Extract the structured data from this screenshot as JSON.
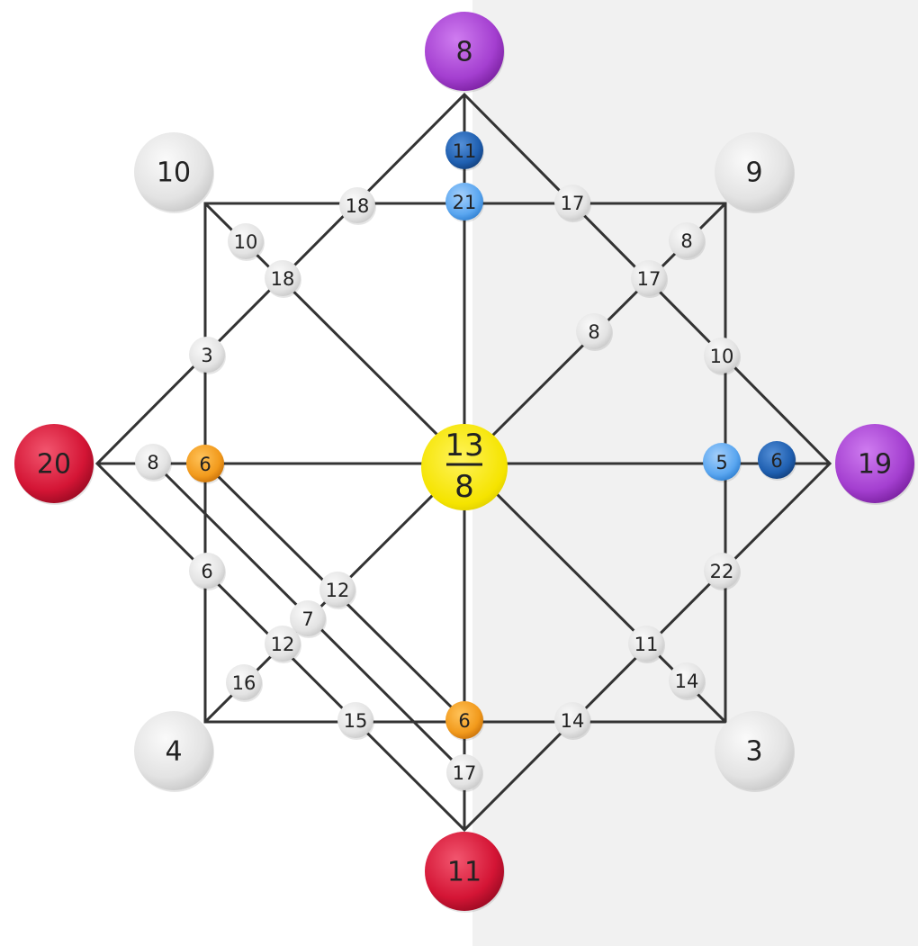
{
  "center": {
    "numerator": "13",
    "denominator": "8",
    "color": "#f5e400"
  },
  "outer_nodes": [
    {
      "id": "top",
      "value": "8",
      "kind": "purple"
    },
    {
      "id": "top-left",
      "value": "10",
      "kind": "gray"
    },
    {
      "id": "top-right",
      "value": "9",
      "kind": "gray"
    },
    {
      "id": "left",
      "value": "20",
      "kind": "red"
    },
    {
      "id": "right",
      "value": "19",
      "kind": "purple"
    },
    {
      "id": "bottom-left",
      "value": "4",
      "kind": "gray"
    },
    {
      "id": "bottom-right",
      "value": "3",
      "kind": "gray"
    },
    {
      "id": "bottom",
      "value": "11",
      "kind": "red"
    }
  ],
  "inner_nodes": [
    {
      "id": "n1",
      "value": "11",
      "kind": "darkblue"
    },
    {
      "id": "n2",
      "value": "21",
      "kind": "lightblue"
    },
    {
      "id": "n3",
      "value": "18",
      "kind": "gray"
    },
    {
      "id": "n4",
      "value": "17",
      "kind": "gray"
    },
    {
      "id": "n5",
      "value": "10",
      "kind": "gray"
    },
    {
      "id": "n6",
      "value": "18",
      "kind": "gray"
    },
    {
      "id": "n7",
      "value": "8",
      "kind": "gray"
    },
    {
      "id": "n8",
      "value": "17",
      "kind": "gray"
    },
    {
      "id": "n9",
      "value": "8",
      "kind": "gray"
    },
    {
      "id": "n10",
      "value": "3",
      "kind": "gray"
    },
    {
      "id": "n11",
      "value": "10",
      "kind": "gray"
    },
    {
      "id": "n12",
      "value": "8",
      "kind": "gray"
    },
    {
      "id": "n13",
      "value": "6",
      "kind": "orange"
    },
    {
      "id": "n14",
      "value": "5",
      "kind": "lightblue"
    },
    {
      "id": "n15",
      "value": "6",
      "kind": "darkblue"
    },
    {
      "id": "n16",
      "value": "6",
      "kind": "gray"
    },
    {
      "id": "n17",
      "value": "12",
      "kind": "gray"
    },
    {
      "id": "n18",
      "value": "22",
      "kind": "gray"
    },
    {
      "id": "n19",
      "value": "7",
      "kind": "gray"
    },
    {
      "id": "n20",
      "value": "12",
      "kind": "gray"
    },
    {
      "id": "n21",
      "value": "11",
      "kind": "gray"
    },
    {
      "id": "n22",
      "value": "16",
      "kind": "gray"
    },
    {
      "id": "n23",
      "value": "14",
      "kind": "gray"
    },
    {
      "id": "n24",
      "value": "15",
      "kind": "gray"
    },
    {
      "id": "n25",
      "value": "6",
      "kind": "orange"
    },
    {
      "id": "n26",
      "value": "14",
      "kind": "gray"
    },
    {
      "id": "n27",
      "value": "17",
      "kind": "gray"
    }
  ],
  "colors": {
    "gray": "#e6e6e6",
    "purple": "#a43fd0",
    "red": "#d41535",
    "orange": "#f29a1c",
    "lightblue": "#5aa6f0",
    "darkblue": "#1f5fb0",
    "line": "#333333",
    "background_right": "#f1f1f1"
  }
}
